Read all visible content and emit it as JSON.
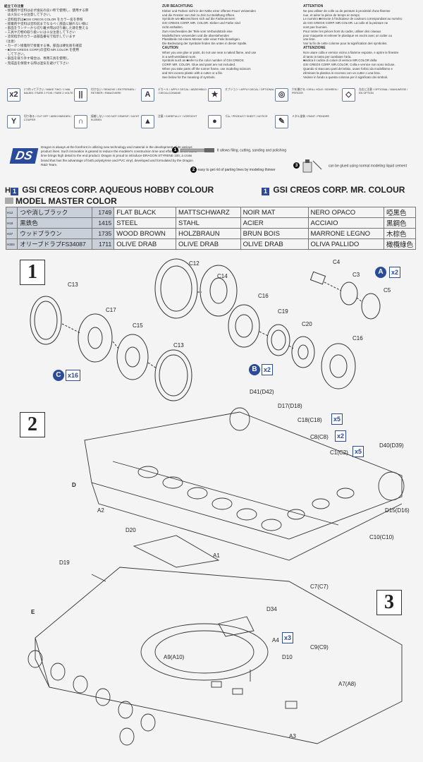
{
  "top_text": {
    "jp_heading": "組立ての注意",
    "jp_lines": [
      "・接着剤や塗料は必ず換気の良い所で使用し、使用する際",
      "　は火気に十分注意して下さい。",
      "・塗料指示は■GSI CREOS COLOR をカラー名を参照",
      "・接着剤や塗料は塗料前までなるべく部品に触れない様に",
      "・部品をランナーから切り離す際は切り離した跡を整える",
      "・工具や刃物の取り扱いには十分注意して下さい",
      "・塗装指示のカラーは部品番号で指示しています",
      "〈注意〉",
      "・カーボン接着剤で接着する事。部品は硬化後を確認",
      "・■(GSI CREOS CORP.)の塗料 MR.COLOR を使用",
      "　して下さい。",
      "・部品を取り外す場合は、専用工具を使用し",
      "・完成品を保管する際は湿気を避けて下さい"
    ],
    "de_heading": "ZUR BEACHTUNG",
    "de_lines": [
      "Kleber und Farben nicht in der Nähe einer offenen Feuer verwenden",
      "und die Fenster von Zeit zu Zeit zur Belüftung öffnen.",
      "Symbole wie ■bezeichnen sich auf die Farbnummern",
      "GSI CREOS CORP. MR. COLOR. Kleber und Farbe sind",
      "nicht enthalten.",
      "Zum Anschneiden der Teile vom Verbundstück eine",
      "Modellschere verwenden und die überstehenden",
      "Plastikteile mit einem Messer oder einer Feile beseitigen.",
      "Die Bedeutung der Symbole finden Sie unten in dieser Spalte."
    ],
    "caution_heading": "CAUTION",
    "caution_lines": [
      "When you use glue or paint, do not use near a naked flame, and use",
      "in a well-ventilated room.",
      "Symbols such as ■refer to the color number of GSI CREOS",
      "CORP. MR. COLOR. Glue and paint are not included.",
      "When you take parts off the runner frame, use modeling scissors",
      "and trim excess plastic with a cutter or a file.",
      "See below for the meaning of symbols."
    ],
    "fr_heading": "ATTENTION",
    "fr_lines": [
      "Ne pas utiliser de colle ou de peinture à proximité d'une flamme",
      "nue, et aérer la pièce de temps en temps.",
      "Le numéro ■renvoie à l'indicateur de couleurs correspondant au numéro",
      "de GSI CREOS CORP. MR.COLOR. La colle et la peinture ne",
      "sont pas fournies.",
      "Pour retirer les pièces hors du cadre, utiliser des ciseaux",
      "pour maquette et enlever le plastique en excès avec un cutter ou",
      "une lime.",
      "Voir la fin de cette colonne pour la signification des symboles."
    ],
    "it_heading": "ATTENZIONE",
    "it_lines": [
      "Non usare colla e vernice vicino a fiamme esposte, e aprire le finestre",
      "di tanto in tanto per cambiare l'aria.",
      "■indica il codice di colore di vernice MR.COLOR della",
      "GSI CREOS CORP. MR.COLOR. Colla e vernice non sono incluse.",
      "Quando si staccano parti del telaio, usare forbici da modellismo e",
      "eliminare la plastica in eccesso con un cutter o una lima.",
      "Vedere in fondo a questa colonna per il significato dei simboli."
    ]
  },
  "symbols": [
    {
      "icon": "x2",
      "name": "two-times-icon",
      "text": "2つ作って下さい / MAKE TWO / 2 MAL BAUEN / FAIRE 2 FOIS / FARE 2 VOLTE"
    },
    {
      "icon": "||",
      "name": "cement-icon",
      "text": "付けない / REMOVE / ENTFERNEN / RETIRER / RIMUOVERE"
    },
    {
      "icon": "A",
      "name": "apply-decal-icon",
      "text": "デカール / APPLY DECAL / ABZIEHBILD / DECALCOMANIE"
    },
    {
      "icon": "★",
      "name": "star-icon",
      "text": "オプション / APPLY DECAL / OPTIONAL"
    },
    {
      "icon": "◎",
      "name": "drill-icon",
      "text": "穴を開ける / DRILL HOLE / BOHREN / PERCER"
    },
    {
      "icon": "◇",
      "name": "option-icon",
      "text": "左右に注意 / OPTIONAL / WAHLWEISE / EN OPTION"
    },
    {
      "icon": "Y",
      "name": "cut-off-icon",
      "text": "切り取る / CUT OFF / ABSCHNEIDEN / COUPER"
    },
    {
      "icon": "∩",
      "name": "do-not-cement-icon",
      "text": "接着しない / DO NOT CEMENT / NICHT KLEBEN"
    },
    {
      "icon": "▲",
      "name": "make-holes-icon",
      "text": "注意 / CAREFULLY / VORSICHT"
    },
    {
      "icon": "●",
      "name": "rubber-icon",
      "text": "ゴム / PRODUCT SHEET / NOTICE"
    },
    {
      "icon": "✎",
      "name": "metal-paint-icon",
      "text": "メタル塗装 / PAINT / PEINDRE"
    }
  ],
  "dragon_block": {
    "logo": "DS",
    "text": "Dragon is always at the forefront in utilizing new technology and material in the development of its various product lines. Such innovation is geared to reduce the modeler's construction time and effort, but at the same time brings high detail to the end product. Dragon is proud to introduce DRAGON STYRENE 100, a cross brand that has the advantage of both polystyrene and PVC vinyl, developed and formulated by the Dragon R&D Team.",
    "tips": [
      {
        "num": "1",
        "text": "It allows filing, cutting, sanding and polishing"
      },
      {
        "num": "2",
        "text": "easy to get rid of parting lines by modeling thinner"
      },
      {
        "num": "3",
        "text": "can be glued using normal modeling liquid cement"
      }
    ]
  },
  "color_header": {
    "hobby_label": "GSI CREOS CORP. AQUEOUS HOBBY COLOUR",
    "hobby_code": "H",
    "mr_label": "GSI CREOS CORP. MR. COLOUR",
    "mr_code": "1",
    "master_label": "MODEL MASTER COLOR"
  },
  "colors": [
    {
      "code": "H12",
      "hobby": "つや消しブラック",
      "mr": "1749",
      "en": "FLAT BLACK",
      "de": "MATTSCHWARZ",
      "fr": "NOIR MAT",
      "it": "NERO OPACO",
      "cn": "啞黑色"
    },
    {
      "code": "H18",
      "hobby": "黒鉄色",
      "mr": "1415",
      "en": "STEEL",
      "de": "STAHL",
      "fr": "ACIER",
      "it": "ACCIAIO",
      "cn": "黑鋼色"
    },
    {
      "code": "H37",
      "hobby": "ウッドブラウン",
      "mr": "1735",
      "en": "WOOD BROWN",
      "de": "HOLZBRAUN",
      "fr": "BRUN BOIS",
      "it": "MARRONE LEGNO",
      "cn": "木棕色"
    },
    {
      "code": "H304",
      "hobby": "オリーブドラブFS34087",
      "mr": "1711",
      "en": "OLIVE DRAB",
      "de": "OLIVE DRAB",
      "fr": "OLIVE DRAB",
      "it": "OLIVA PALLIDO",
      "cn": "橄欖綠色"
    }
  ],
  "steps": {
    "step1": "1",
    "step2": "2",
    "step3": "3"
  },
  "part_labels": {
    "c12": "C12",
    "c14": "C14",
    "c13a": "C13",
    "c17": "C17",
    "c15": "C15",
    "c13b": "C13",
    "c16a": "C16",
    "c19": "C19",
    "c20": "C20",
    "c16b": "C16",
    "c4": "C4",
    "c3": "C3",
    "c5": "C5",
    "d41": "D41(D42)",
    "d17": "D17(D18)",
    "c18": "C18(C18)",
    "c8": "C8(C8)",
    "c1": "C1(C2)",
    "d40": "D40(D39)",
    "d": "D",
    "a2": "A2",
    "d15": "D15(D16)",
    "c10": "C10(C10)",
    "d20": "D20",
    "a1": "A1",
    "d19": "D19",
    "c7": "C7(C7)",
    "e": "E",
    "d34": "D34",
    "a4": "A4",
    "a9": "A9(A10)",
    "c9": "C9(C9)",
    "d10": "D10",
    "a7": "A7(A8)",
    "a3": "A3"
  },
  "subassemblies": {
    "a": "A",
    "a_qty": "x2",
    "b": "B",
    "b_qty": "x2",
    "c": "C",
    "c_qty": "x16",
    "c18_qty": "x5",
    "c8_qty": "x2",
    "c1_qty": "x5",
    "a4_qty": "x3"
  }
}
